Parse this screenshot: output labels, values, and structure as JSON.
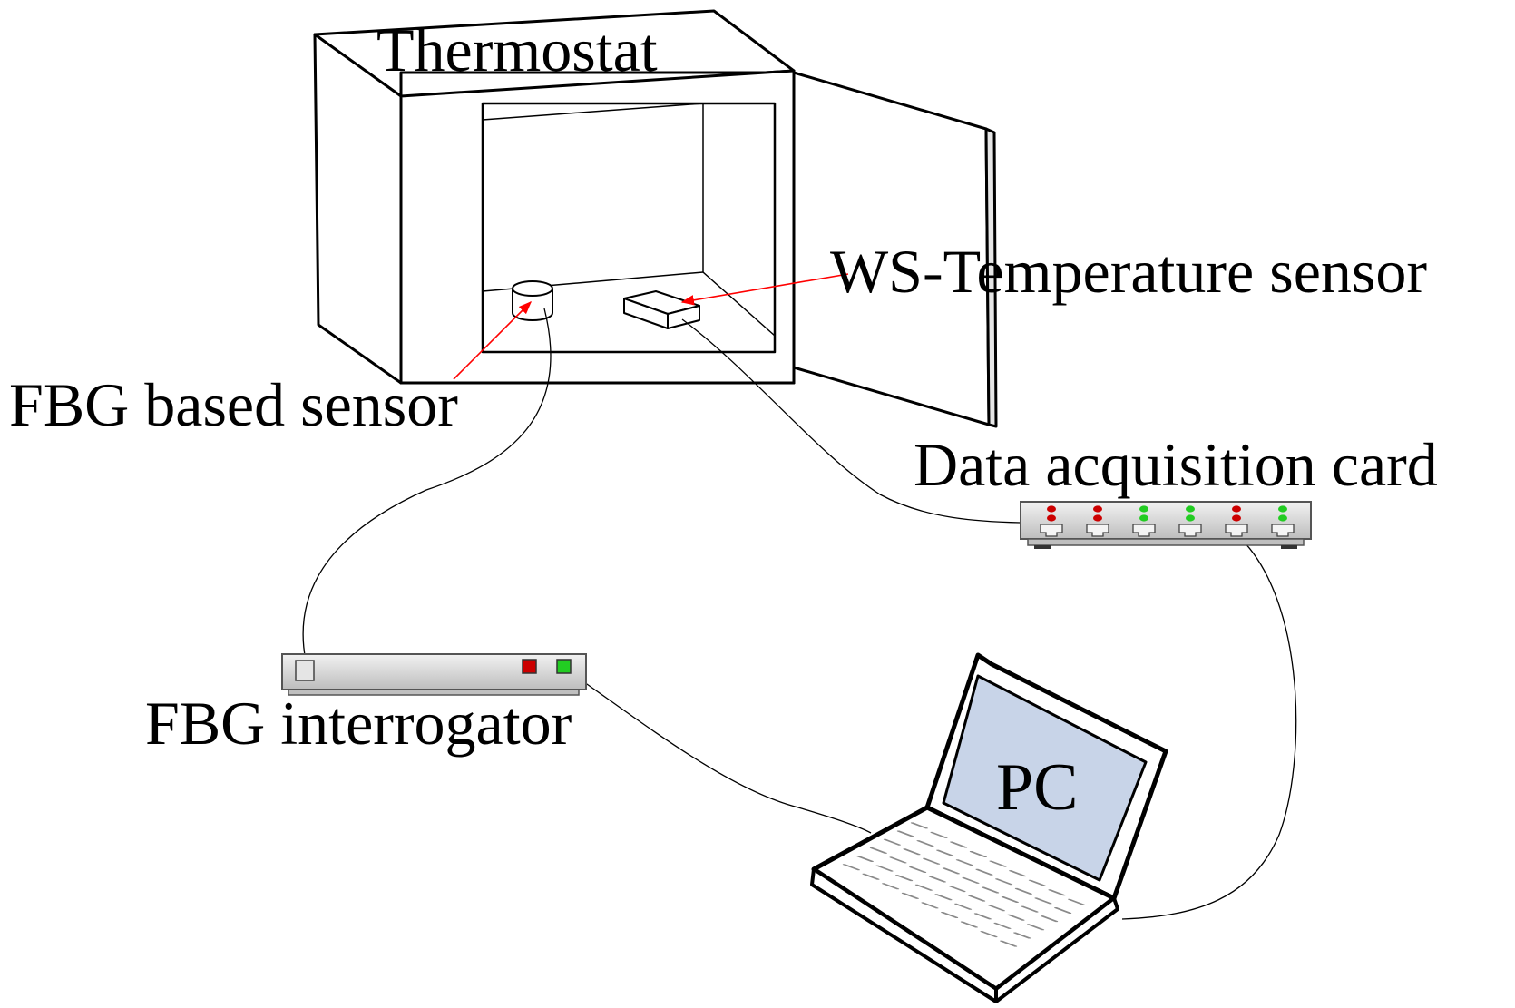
{
  "labels": {
    "thermostat": "Thermostat",
    "ws_sensor": "WS-Temperature sensor",
    "fbg_sensor": "FBG based sensor",
    "daq_card": "Data acquisition card",
    "fbg_interrogator": "FBG interrogator",
    "pc": "PC"
  },
  "colors": {
    "arrow": "#ff0000",
    "led_red": "#cc0000",
    "led_green": "#22cc22",
    "screen": "#c8d4e8",
    "device_body": "#d8d8d8",
    "line": "#000000"
  },
  "daq_card": {
    "port_leds": [
      [
        "red",
        "red"
      ],
      [
        "red",
        "red"
      ],
      [
        "green",
        "green"
      ],
      [
        "green",
        "green"
      ],
      [
        "red",
        "red"
      ],
      [
        "green",
        "green"
      ]
    ]
  },
  "fbg_interrogator": {
    "leds": [
      "red",
      "green"
    ]
  }
}
